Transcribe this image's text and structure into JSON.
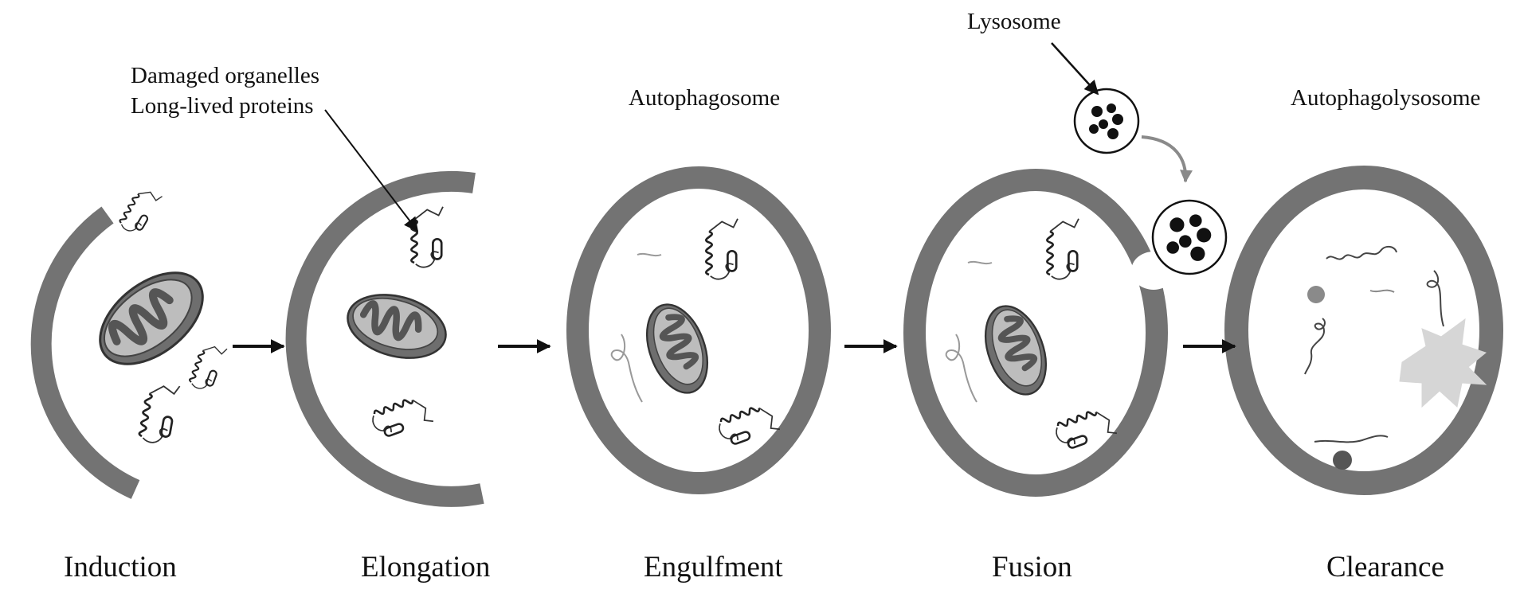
{
  "stages": [
    {
      "label": "Induction"
    },
    {
      "label": "Elongation"
    },
    {
      "label": "Engulfment"
    },
    {
      "label": "Fusion"
    },
    {
      "label": "Clearance"
    }
  ],
  "annotations": {
    "cargo_line1": "Damaged organelles",
    "cargo_line2": "Long-lived proteins",
    "autophagosome": "Autophagosome",
    "lysosome": "Lysosome",
    "autophagolysosome": "Autophagolysosome"
  },
  "colors": {
    "membrane": "#737373",
    "membrane_edge": "#555555",
    "mito_outer": "#6e6e6e",
    "mito_inner": "#bdbdbd",
    "lysosome_granule": "#111111",
    "debris": "#d6d6d6",
    "arrow": "#111111"
  },
  "icons": [
    "mitochondrion-icon",
    "protein-icon",
    "lysosome-icon",
    "arrow-icon"
  ]
}
